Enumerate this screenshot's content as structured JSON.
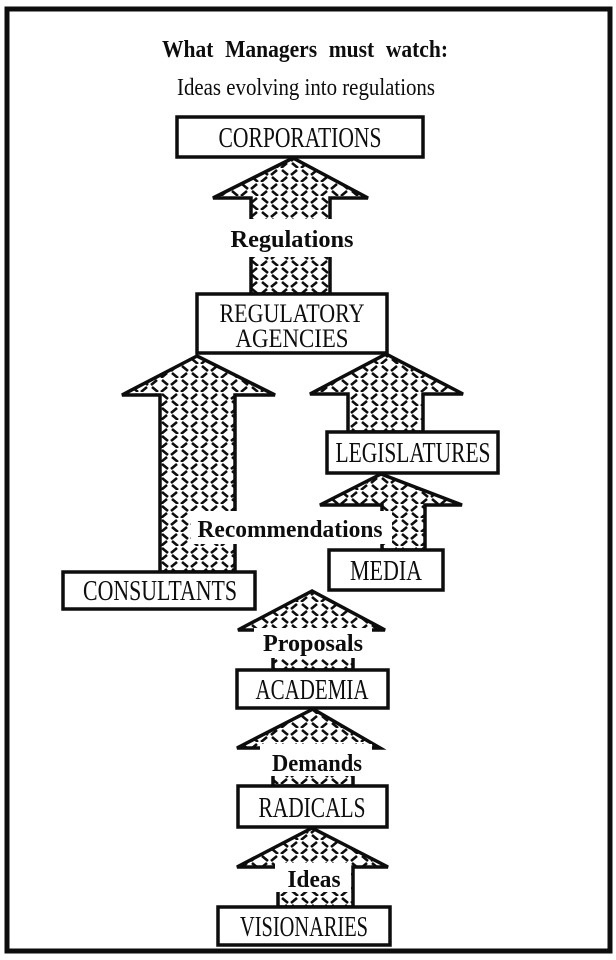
{
  "title": "What Managers must watch:",
  "subtitle": "Ideas evolving into regulations",
  "boxes": {
    "corporations": "CORPORATIONS",
    "regulatory_line1": "REGULATORY",
    "regulatory_line2": "AGENCIES",
    "legislatures": "LEGISLATURES",
    "consultants": "CONSULTANTS",
    "media": "MEDIA",
    "academia": "ACADEMIA",
    "radicals": "RADICALS",
    "visionaries": "VISIONARIES"
  },
  "flow_labels": {
    "regulations": "Regulations",
    "recommendations": "Recommendations",
    "proposals": "Proposals",
    "demands": "Demands",
    "ideas": "Ideas"
  },
  "flows": [
    {
      "from": "VISIONARIES",
      "to": "RADICALS",
      "label": "Ideas"
    },
    {
      "from": "RADICALS",
      "to": "ACADEMIA",
      "label": "Demands"
    },
    {
      "from": "ACADEMIA",
      "to": "MEDIA",
      "label": "Proposals"
    },
    {
      "from": "MEDIA",
      "to": "LEGISLATURES",
      "label": ""
    },
    {
      "from": "LEGISLATURES",
      "to": "REGULATORY AGENCIES",
      "label": ""
    },
    {
      "from": "CONSULTANTS",
      "to": "REGULATORY AGENCIES",
      "label": "Recommendations"
    },
    {
      "from": "REGULATORY AGENCIES",
      "to": "CORPORATIONS",
      "label": "Regulations"
    }
  ],
  "colors": {
    "ink": "#0d0d0d",
    "paper": "#ffffff"
  }
}
